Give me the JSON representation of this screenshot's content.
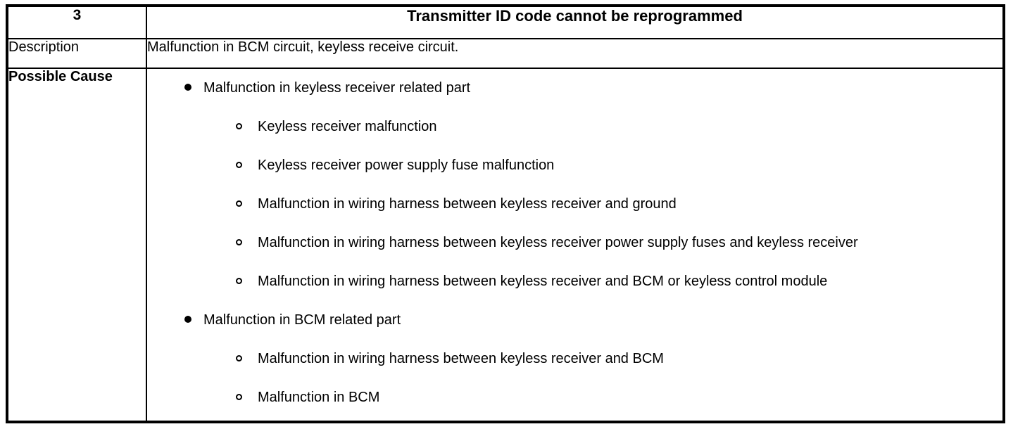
{
  "table": {
    "code_row": {
      "code": "3",
      "title": "Transmitter ID code cannot be reprogrammed"
    },
    "description_row": {
      "label": "Description",
      "value": "Malfunction in BCM circuit, keyless receive circuit."
    },
    "possible_cause_row": {
      "label": "Possible Cause",
      "items": [
        {
          "level": 1,
          "marker": "filled-bullet",
          "text": "Malfunction in keyless receiver related part"
        },
        {
          "level": 2,
          "marker": "hollow-bullet",
          "text": "Keyless receiver malfunction"
        },
        {
          "level": 2,
          "marker": "hollow-bullet",
          "text": "Keyless receiver power supply fuse malfunction"
        },
        {
          "level": 2,
          "marker": "hollow-bullet",
          "text": "Malfunction in wiring harness between keyless receiver and ground"
        },
        {
          "level": 2,
          "marker": "hollow-bullet",
          "text": "Malfunction in wiring harness between keyless receiver power supply fuses and keyless receiver"
        },
        {
          "level": 2,
          "marker": "hollow-bullet",
          "text": "Malfunction in wiring harness between keyless receiver and BCM or keyless control module"
        },
        {
          "level": 1,
          "marker": "filled-bullet",
          "text": "Malfunction in BCM related part"
        },
        {
          "level": 2,
          "marker": "hollow-bullet",
          "text": "Malfunction in wiring harness between keyless receiver and BCM"
        },
        {
          "level": 2,
          "marker": "hollow-bullet",
          "text": "Malfunction in BCM"
        }
      ]
    }
  },
  "colors": {
    "border": "#000000",
    "text": "#000000",
    "background": "#ffffff"
  }
}
